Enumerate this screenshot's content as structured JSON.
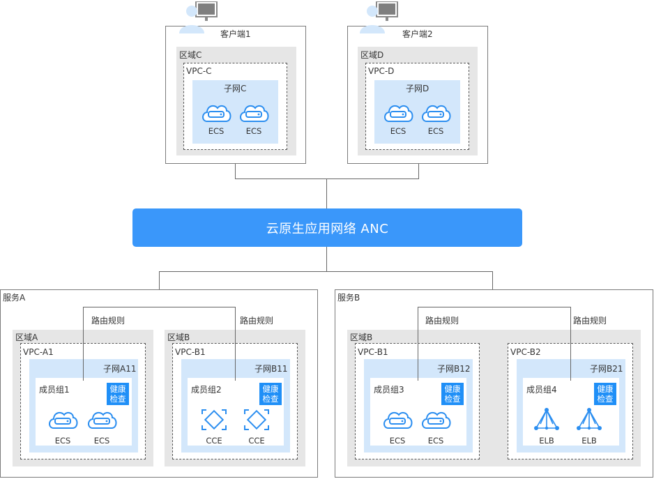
{
  "anc_label": "云原生应用网络 ANC",
  "clients": [
    {
      "name": "客户端1",
      "region": "区域C",
      "vpc": "VPC-C",
      "subnet": "子网C",
      "nodes": [
        "ECS",
        "ECS"
      ]
    },
    {
      "name": "客户端2",
      "region": "区域D",
      "vpc": "VPC-D",
      "subnet": "子网D",
      "nodes": [
        "ECS",
        "ECS"
      ]
    }
  ],
  "services": [
    {
      "name": "服务A",
      "regions": [
        {
          "name": "区域A",
          "route": "路由规则",
          "vpc": "VPC-A1",
          "subnet": "子网A11",
          "group": "成员组1",
          "health": [
            "健康",
            "检查"
          ],
          "node_type": "ecs-icon",
          "nodes": [
            "ECS",
            "ECS"
          ]
        },
        {
          "name": "区域B",
          "route": "路由规则",
          "vpc": "VPC-B1",
          "subnet": "子网B11",
          "group": "成员组2",
          "health": [
            "健康",
            "检查"
          ],
          "node_type": "cce-icon",
          "nodes": [
            "CCE",
            "CCE"
          ]
        }
      ]
    },
    {
      "name": "服务B",
      "region": "区域B",
      "routes": [
        "路由规则",
        "路由规则"
      ],
      "vpcs": [
        {
          "name": "VPC-B1",
          "subnet": "子网B12",
          "group": "成员组3",
          "health": [
            "健康",
            "检查"
          ],
          "node_type": "ecs-icon",
          "nodes": [
            "ECS",
            "ECS"
          ]
        },
        {
          "name": "VPC-B2",
          "subnet": "子网B21",
          "group": "成员组4",
          "health": [
            "健康",
            "检查"
          ],
          "node_type": "elb-icon",
          "nodes": [
            "ELB",
            "ELB"
          ]
        }
      ]
    }
  ],
  "colors": {
    "anc": "#3a97fa",
    "subnet": "#d3e7fb",
    "region": "#e6e6e6",
    "health_badge": "#1f8ff7",
    "icon": "#2b8ef0"
  }
}
